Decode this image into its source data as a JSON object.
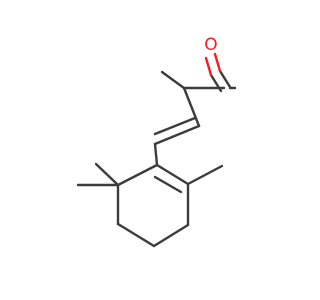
{
  "molecule": {
    "atoms": [
      {
        "id": "O1",
        "element": "O",
        "label": "O",
        "color": "#ee2222"
      }
    ],
    "colors": {
      "bond": "#3c3c3c",
      "oxygen": "#ee2222",
      "background": "#ffffff"
    }
  }
}
